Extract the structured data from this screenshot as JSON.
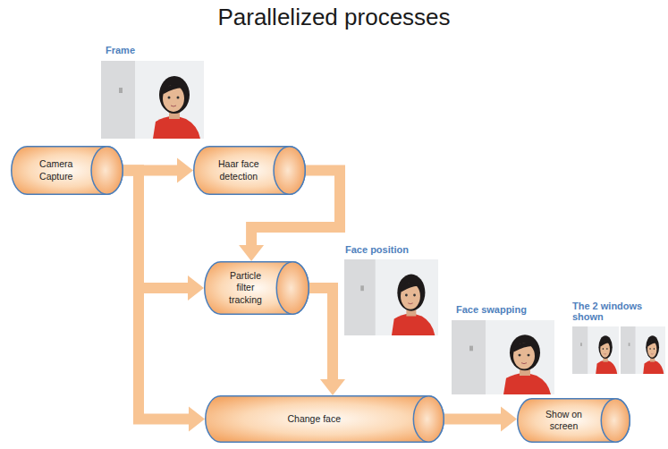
{
  "diagram": {
    "title": "Parallelized processes",
    "nodes": [
      {
        "text": [
          "Camera Capture"
        ]
      },
      {
        "text": [
          "Haar face detection"
        ]
      },
      {
        "text": [
          "Particle filter tracking"
        ]
      },
      {
        "text": [
          "Change face"
        ]
      },
      {
        "text": [
          "Show on screen"
        ]
      }
    ],
    "edges": [
      {
        "from": 0,
        "to": 1,
        "arrow": "to"
      },
      {
        "from": 1,
        "to": 2,
        "arrow": "to"
      },
      {
        "from": 0,
        "to": 2,
        "arrow": "to"
      },
      {
        "from": 2,
        "to": 3,
        "arrow": "to"
      },
      {
        "from": 0,
        "to": 3,
        "arrow": "to"
      },
      {
        "from": 3,
        "to": 4,
        "arrow": "to"
      }
    ],
    "labels": [
      "Frame",
      "Face position",
      "Face swapping",
      "The 2 windows shown"
    ]
  }
}
